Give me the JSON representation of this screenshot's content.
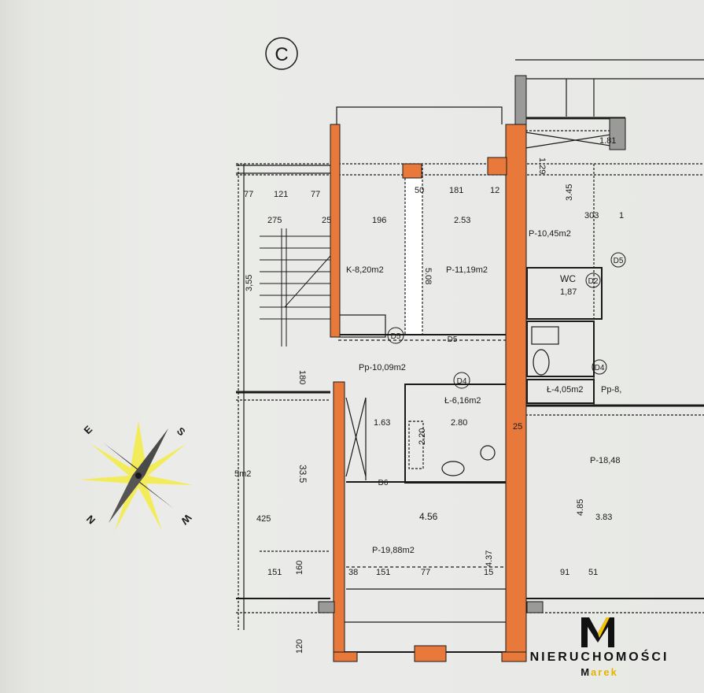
{
  "plan": {
    "section_marker": "C",
    "rooms": [
      {
        "label": "K-8,20m2"
      },
      {
        "label": "P-11,19m2"
      },
      {
        "label": "P-10,45m2"
      },
      {
        "label": "WC"
      },
      {
        "label": "1,87"
      },
      {
        "label": "Pp-10,09m2"
      },
      {
        "label": "Ł-6,16m2"
      },
      {
        "label": "Ł-4,05m2"
      },
      {
        "label": "Pp-8,"
      },
      {
        "label": "P-18,48"
      },
      {
        "label": "P-19,88m2"
      },
      {
        "label": "5m2"
      }
    ],
    "dimensions": [
      "77",
      "121",
      "77",
      "275",
      "25",
      "196",
      "181",
      "12",
      "2.53",
      "50",
      "5.08",
      "3.45",
      "303",
      "1",
      "3,55",
      "180",
      "33.5",
      "1.63",
      "2.80",
      "2.20",
      "4.56",
      "4.37",
      "25",
      "425",
      "151",
      "160",
      "38",
      "151",
      "77",
      "15",
      "91",
      "51",
      "120",
      "4.85",
      "3.83",
      "1.29",
      "1.81"
    ],
    "door_marks": [
      "D5",
      "D5",
      "D4",
      "D4",
      "D2",
      "D5",
      "D6"
    ]
  },
  "compass": {
    "letters": [
      "S",
      "E",
      "N",
      "W"
    ]
  },
  "logo": {
    "brand": "NIERUCHOMOŚCI",
    "sub_first": "M",
    "sub_rest": "arek"
  },
  "colors": {
    "wall": "#e8793a",
    "ink": "#1a1a1a",
    "accent": "#f2c500"
  }
}
